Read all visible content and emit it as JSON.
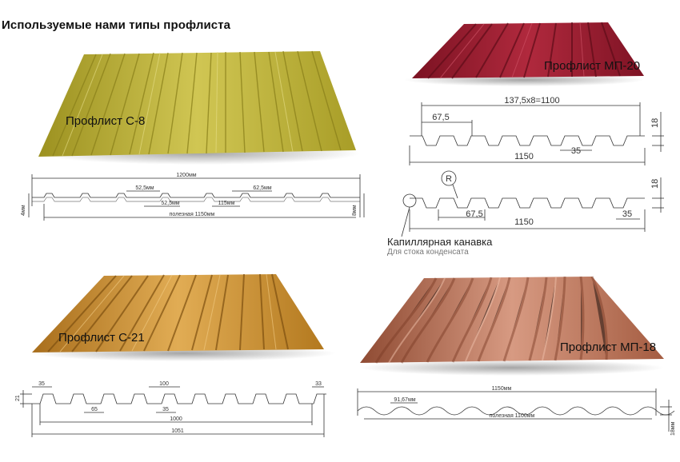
{
  "title": "Используемые нами типы профлиста",
  "colors": {
    "c8": "#b3a82c",
    "mp20": "#8e1a2b",
    "c21": "#c48a2c",
    "mp18": "#b06a4e",
    "line": "#333333"
  },
  "sheets": {
    "c8": {
      "label": "Профлист С-8",
      "dims": {
        "total": "1200мм",
        "top_a": "52,5мм",
        "top_b": "62,5мм",
        "bottom_a": "52,5мм",
        "bottom_b": "115мм",
        "useful": "полезная 1150мм",
        "height_left": "4мм",
        "height_right": "8мм"
      }
    },
    "mp20": {
      "label": "Профлист МП-20",
      "dims": {
        "total": "137,5х8=1100",
        "pitch": "67,5",
        "height": "18",
        "width": "1150",
        "bottom": "35"
      },
      "dims2": {
        "pitch": "67,5",
        "width": "1150",
        "bottom": "35",
        "height": "18",
        "marker": "R"
      },
      "capillary_title": "Капиллярная канавка",
      "capillary_sub": "Для стока конденсата"
    },
    "c21": {
      "label": "Профлист С-21",
      "dims": {
        "left": "35",
        "top": "100",
        "right": "33",
        "height": "21",
        "bottom_a": "65",
        "bottom_b": "35",
        "useful": "1000",
        "total": "1051"
      }
    },
    "mp18": {
      "label": "Профлист МП-18",
      "dims": {
        "total": "1150мм",
        "pitch": "91,67мм",
        "useful": "полезная 1100мм",
        "height": "18мм"
      }
    }
  }
}
